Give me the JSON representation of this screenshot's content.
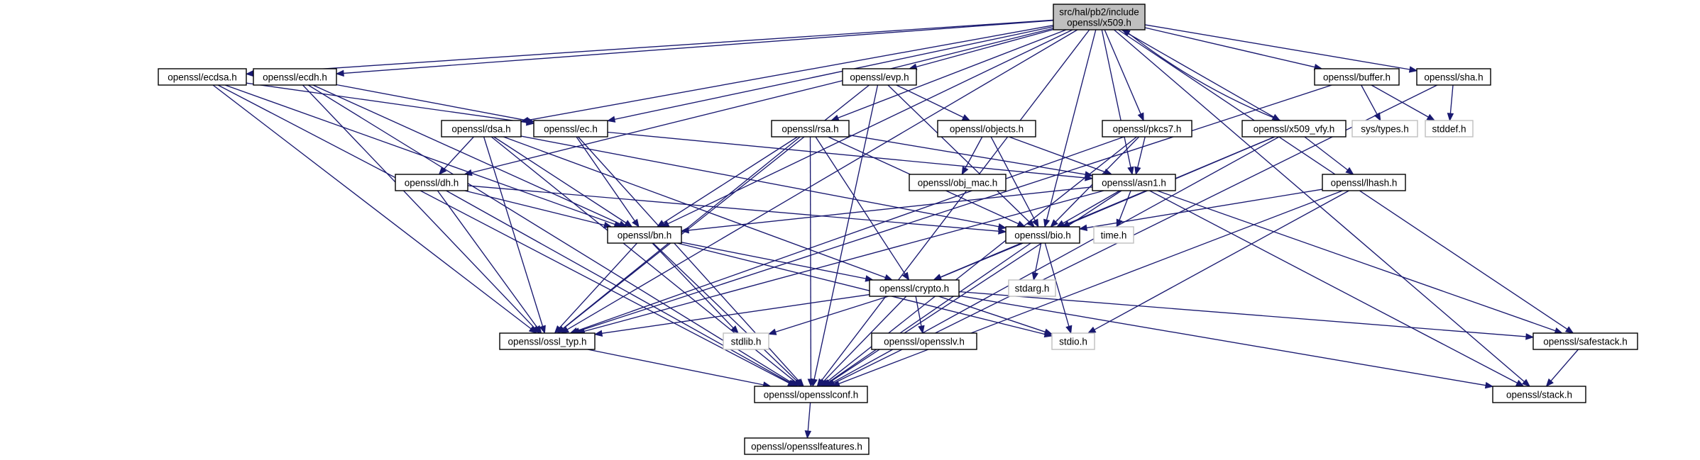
{
  "graph": {
    "root": [
      "src/hal/pb2/include",
      "openssl/x509.h"
    ],
    "colors": {
      "edge": "#191970",
      "root_fill": "#bfbfbf",
      "node_border": "#000000",
      "external_border": "#bfbfbf",
      "external_text": "#808080",
      "node_fill": "#ffffff"
    },
    "nodes": {
      "x509": [
        "src/hal/pb2/include",
        "openssl/x509.h"
      ],
      "ecdsa": [
        "openssl/ecdsa.h"
      ],
      "ecdh": [
        "openssl/ecdh.h"
      ],
      "evp": [
        "openssl/evp.h"
      ],
      "buffer": [
        "openssl/buffer.h"
      ],
      "sha": [
        "openssl/sha.h"
      ],
      "dsa": [
        "openssl/dsa.h"
      ],
      "ec": [
        "openssl/ec.h"
      ],
      "rsa": [
        "openssl/rsa.h"
      ],
      "objects": [
        "openssl/objects.h"
      ],
      "pkcs7": [
        "openssl/pkcs7.h"
      ],
      "x509_vfy": [
        "openssl/x509_vfy.h"
      ],
      "systypes": [
        "sys/types.h"
      ],
      "stddef": [
        "stddef.h"
      ],
      "dh": [
        "openssl/dh.h"
      ],
      "obj_mac": [
        "openssl/obj_mac.h"
      ],
      "asn1": [
        "openssl/asn1.h"
      ],
      "lhash": [
        "openssl/lhash.h"
      ],
      "bn": [
        "openssl/bn.h"
      ],
      "bio": [
        "openssl/bio.h"
      ],
      "time": [
        "time.h"
      ],
      "stdarg": [
        "stdarg.h"
      ],
      "crypto": [
        "openssl/crypto.h"
      ],
      "ossl_typ": [
        "openssl/ossl_typ.h"
      ],
      "stdlib": [
        "stdlib.h"
      ],
      "opensslv": [
        "openssl/opensslv.h"
      ],
      "stdio": [
        "stdio.h"
      ],
      "safestack": [
        "openssl/safestack.h"
      ],
      "opensslconf": [
        "openssl/opensslconf.h"
      ],
      "stack": [
        "openssl/stack.h"
      ],
      "opensslfeatures": [
        "openssl/opensslfeatures.h"
      ]
    },
    "external_nodes": [
      "systypes",
      "stddef",
      "time",
      "stdarg",
      "stdlib",
      "stdio"
    ],
    "edges": [
      [
        "x509",
        "ecdsa"
      ],
      [
        "x509",
        "ecdh"
      ],
      [
        "x509",
        "evp"
      ],
      [
        "x509",
        "buffer"
      ],
      [
        "x509",
        "sha"
      ],
      [
        "x509",
        "dsa"
      ],
      [
        "x509",
        "ec"
      ],
      [
        "x509",
        "rsa"
      ],
      [
        "x509",
        "dh"
      ],
      [
        "x509",
        "asn1"
      ],
      [
        "x509",
        "pkcs7"
      ],
      [
        "x509",
        "x509_vfy"
      ],
      [
        "x509",
        "bio"
      ],
      [
        "x509",
        "bn"
      ],
      [
        "x509",
        "ossl_typ"
      ],
      [
        "x509",
        "safestack"
      ],
      [
        "x509",
        "stack"
      ],
      [
        "x509",
        "opensslconf"
      ],
      [
        "x509_vfy",
        "x509"
      ],
      [
        "ecdsa",
        "ec"
      ],
      [
        "ecdsa",
        "bn"
      ],
      [
        "ecdsa",
        "ossl_typ"
      ],
      [
        "ecdsa",
        "opensslconf"
      ],
      [
        "ecdh",
        "ec"
      ],
      [
        "ecdh",
        "bn"
      ],
      [
        "ecdh",
        "ossl_typ"
      ],
      [
        "ecdh",
        "opensslconf"
      ],
      [
        "evp",
        "objects"
      ],
      [
        "evp",
        "bio"
      ],
      [
        "evp",
        "ossl_typ"
      ],
      [
        "evp",
        "opensslconf"
      ],
      [
        "buffer",
        "systypes"
      ],
      [
        "buffer",
        "stddef"
      ],
      [
        "buffer",
        "ossl_typ"
      ],
      [
        "sha",
        "stddef"
      ],
      [
        "sha",
        "opensslconf"
      ],
      [
        "dsa",
        "dh"
      ],
      [
        "dsa",
        "bn"
      ],
      [
        "dsa",
        "bio"
      ],
      [
        "dsa",
        "crypto"
      ],
      [
        "dsa",
        "ossl_typ"
      ],
      [
        "dsa",
        "opensslconf"
      ],
      [
        "ec",
        "asn1"
      ],
      [
        "ec",
        "bn"
      ],
      [
        "ec",
        "opensslconf"
      ],
      [
        "rsa",
        "asn1"
      ],
      [
        "rsa",
        "bn"
      ],
      [
        "rsa",
        "bio"
      ],
      [
        "rsa",
        "crypto"
      ],
      [
        "rsa",
        "ossl_typ"
      ],
      [
        "rsa",
        "opensslconf"
      ],
      [
        "objects",
        "obj_mac"
      ],
      [
        "objects",
        "asn1"
      ],
      [
        "objects",
        "bio"
      ],
      [
        "pkcs7",
        "asn1"
      ],
      [
        "pkcs7",
        "bio"
      ],
      [
        "pkcs7",
        "ossl_typ"
      ],
      [
        "pkcs7",
        "opensslconf"
      ],
      [
        "x509_vfy",
        "lhash"
      ],
      [
        "x509_vfy",
        "bio"
      ],
      [
        "x509_vfy",
        "crypto"
      ],
      [
        "x509_vfy",
        "opensslconf"
      ],
      [
        "dh",
        "bn"
      ],
      [
        "dh",
        "bio"
      ],
      [
        "dh",
        "ossl_typ"
      ],
      [
        "dh",
        "opensslconf"
      ],
      [
        "asn1",
        "time"
      ],
      [
        "asn1",
        "bio"
      ],
      [
        "asn1",
        "bn"
      ],
      [
        "asn1",
        "safestack"
      ],
      [
        "asn1",
        "stack"
      ],
      [
        "asn1",
        "ossl_typ"
      ],
      [
        "asn1",
        "opensslconf"
      ],
      [
        "lhash",
        "bio"
      ],
      [
        "lhash",
        "stdio"
      ],
      [
        "lhash",
        "opensslconf"
      ],
      [
        "bn",
        "crypto"
      ],
      [
        "bn",
        "ossl_typ"
      ],
      [
        "bn",
        "stdlib"
      ],
      [
        "bn",
        "stdio"
      ],
      [
        "bn",
        "opensslconf"
      ],
      [
        "bio",
        "stdarg"
      ],
      [
        "bio",
        "crypto"
      ],
      [
        "bio",
        "stdio"
      ],
      [
        "bio",
        "opensslconf"
      ],
      [
        "crypto",
        "ossl_typ"
      ],
      [
        "crypto",
        "stdlib"
      ],
      [
        "crypto",
        "opensslv"
      ],
      [
        "crypto",
        "stdio"
      ],
      [
        "crypto",
        "safestack"
      ],
      [
        "crypto",
        "stack"
      ],
      [
        "crypto",
        "opensslconf"
      ],
      [
        "ossl_typ",
        "opensslconf"
      ],
      [
        "safestack",
        "stack"
      ],
      [
        "opensslconf",
        "opensslfeatures"
      ]
    ]
  }
}
